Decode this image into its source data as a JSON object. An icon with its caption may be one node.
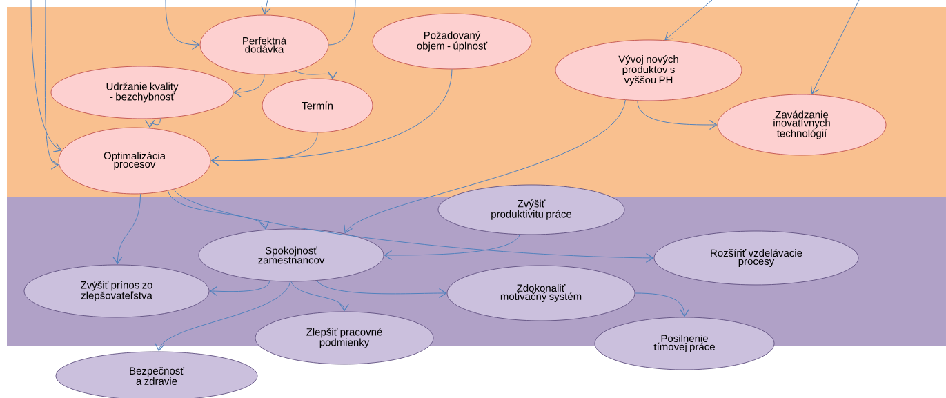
{
  "diagram": {
    "nodes": [
      {
        "text": [
          "Perfektná dodávka"
        ]
      },
      {
        "text": [
          "Požadovaný objem - úplnosť"
        ]
      },
      {
        "text": [
          "Vývoj nových produktov s vyššou PH"
        ]
      },
      {
        "text": [
          "Udržanie kvality - bezchybnosť"
        ]
      },
      {
        "text": [
          "Termín"
        ]
      },
      {
        "text": [
          "Zavádzanie inovatívnych technológií"
        ]
      },
      {
        "text": [
          "Optimalizácia procesov"
        ]
      },
      {
        "text": [
          "Zvýšiť produktivitu práce"
        ]
      },
      {
        "text": [
          "Spokojnosť zamestnancov"
        ]
      },
      {
        "text": [
          "Rozšíriť vzdelávacie procesy"
        ]
      },
      {
        "text": [
          "Zvýšiť prínos zo zlepšovateľstva"
        ]
      },
      {
        "text": [
          "Zdokonaliť motivačný systém"
        ]
      },
      {
        "text": [
          "Zlepšiť pracovné podmienky"
        ]
      },
      {
        "text": [
          "Posilnenie tímovej práce"
        ]
      },
      {
        "text": [
          "Bezpečnosť a zdravie"
        ]
      }
    ],
    "edges": [
      {
        "from": null,
        "to": 0,
        "arrow": "to"
      },
      {
        "from": null,
        "to": 0,
        "arrow": "to"
      },
      {
        "from": 0,
        "to": null,
        "arrow": "none"
      },
      {
        "from": null,
        "to": 2,
        "arrow": "to"
      },
      {
        "from": null,
        "to": 5,
        "arrow": "to"
      },
      {
        "from": null,
        "to": 6,
        "arrow": "to"
      },
      {
        "from": null,
        "to": 6,
        "arrow": "to"
      },
      {
        "from": 0,
        "to": 3,
        "arrow": "to"
      },
      {
        "from": 0,
        "to": 4,
        "arrow": "to"
      },
      {
        "from": 3,
        "to": 6,
        "arrow": "to"
      },
      {
        "from": 4,
        "to": 6,
        "arrow": "to"
      },
      {
        "from": 1,
        "to": 6,
        "arrow": "to"
      },
      {
        "from": 2,
        "to": 5,
        "arrow": "to"
      },
      {
        "from": 2,
        "to": 8,
        "arrow": "to"
      },
      {
        "from": 6,
        "to": 10,
        "arrow": "to"
      },
      {
        "from": 6,
        "to": 8,
        "arrow": "to"
      },
      {
        "from": 6,
        "to": 9,
        "arrow": "to"
      },
      {
        "from": 7,
        "to": 8,
        "arrow": "to"
      },
      {
        "from": 8,
        "to": 10,
        "arrow": "to"
      },
      {
        "from": 8,
        "to": 12,
        "arrow": "to"
      },
      {
        "from": 8,
        "to": 14,
        "arrow": "to"
      },
      {
        "from": 8,
        "to": 11,
        "arrow": "to"
      },
      {
        "from": 11,
        "to": 13,
        "arrow": "to"
      }
    ]
  }
}
